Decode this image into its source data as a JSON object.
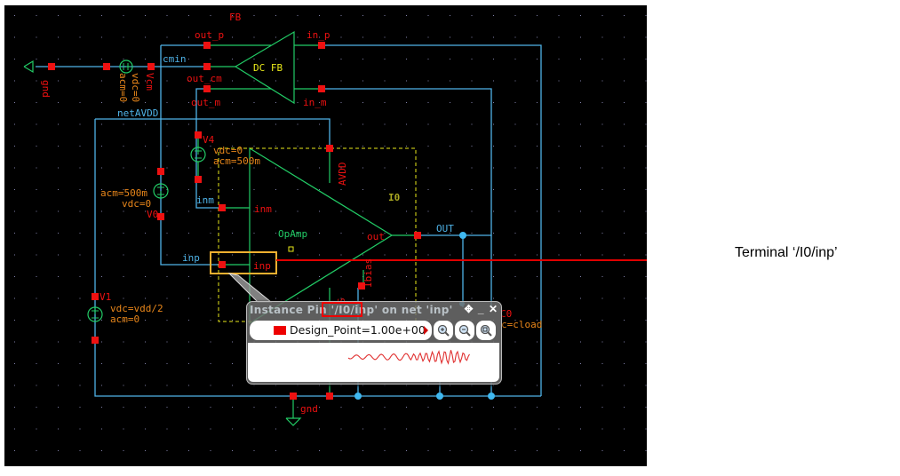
{
  "schematic": {
    "labels": {
      "fb_title": "FB",
      "out_p": "out_p",
      "in_p": "in_p",
      "cmin": "cmin",
      "dc_fb": "DC FB",
      "out_cm": "out_cm",
      "out_m": "out_m",
      "in_m": "in_m",
      "gnd_left": "gnd",
      "vcm": "Vcm",
      "vcm_acm": "acm=0",
      "vcm_vdc": "vdc=0",
      "net_avdd": "netAVDD",
      "v4": "V4",
      "v4_vdc": "vdc=0",
      "v4_acm": "acm=500m",
      "v0": "V0",
      "v0_acm": "acm=500m",
      "v0_vdc": "vdc=0",
      "inm_net": "inm",
      "inm_pin": "inm",
      "avdd": "AVDD",
      "i0": "I0",
      "opamp": "OpAmp",
      "out_pin": "out",
      "out_net": "OUT",
      "inp_net": "inp",
      "inp_pin": "inp",
      "ibias": "Ibias",
      "s_pin": "S",
      "v1": "V1",
      "v1_vdc": "vdc=vdd/2",
      "v1_acm": "acm=0",
      "c0": "C0",
      "c0_val": "c=cload",
      "gnd_bottom": "gnd"
    }
  },
  "popup": {
    "title": "Instance Pin '/I0/inp' on net 'inp'",
    "design_point_label": "Design_Point=1.00e+00",
    "design_point_color": "#e00000",
    "controls": {
      "move": "✥",
      "minimize": "_",
      "close": "✕"
    },
    "zoom_buttons": [
      "zoom-in",
      "zoom-out",
      "zoom-fit"
    ]
  },
  "callout": {
    "text": "Terminal ‘/I0/inp’",
    "line_color": "#e00000"
  },
  "colors": {
    "background": "#000000",
    "wire": "#4fb3e8",
    "symbol": "#22cc66",
    "pin": "#ee1111",
    "param": "#e8861a",
    "selection": "#f0b030"
  }
}
